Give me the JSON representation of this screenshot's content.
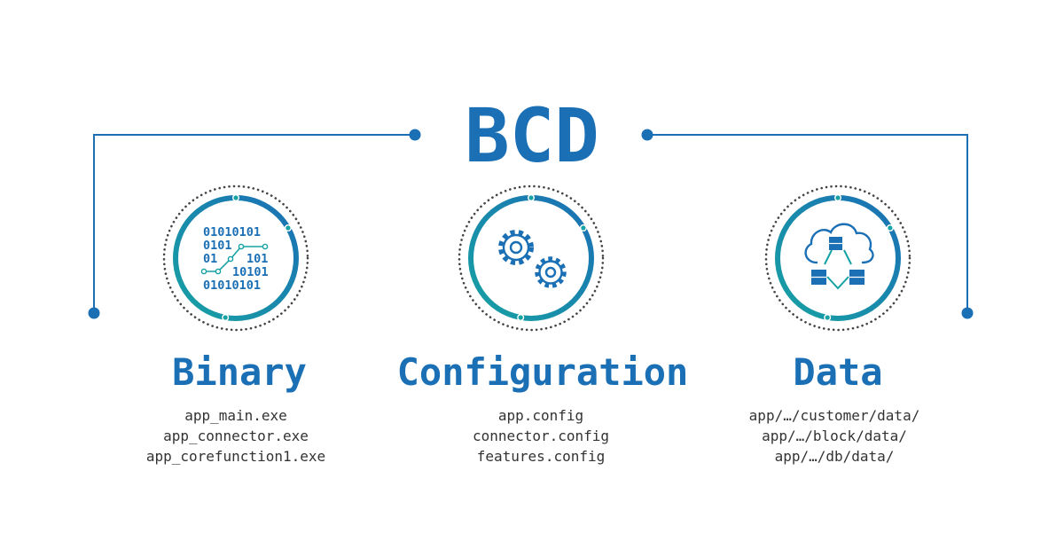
{
  "title": "BCD",
  "colors": {
    "primary": "#1a6fb5",
    "teal": "#17a2a3",
    "text": "#333333",
    "dots": "#444444"
  },
  "columns": [
    {
      "heading": "Binary",
      "icon": "binary-code-icon",
      "binary_lines": [
        "01010101",
        "0101",
        "01",
        "101",
        "10101",
        "01010101"
      ],
      "files": [
        "app_main.exe",
        "app_connector.exe",
        "app_corefunction1.exe"
      ]
    },
    {
      "heading": "Configuration",
      "icon": "gears-icon",
      "files": [
        "app.config",
        "connector.config",
        "features.config"
      ]
    },
    {
      "heading": "Data",
      "icon": "cloud-blocks-icon",
      "files": [
        "app/…/customer/data/",
        "app/…/block/data/",
        "app/…/db/data/"
      ]
    }
  ]
}
